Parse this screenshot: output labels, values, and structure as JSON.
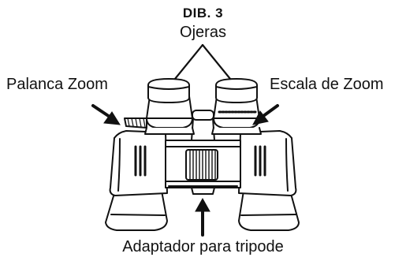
{
  "figure": {
    "title": "DIB. 3",
    "labels": {
      "eyecups": "Ojeras",
      "zoom_lever": "Palanca Zoom",
      "zoom_scale": "Escala de Zoom",
      "tripod_adapter": "Adaptador para tripode"
    }
  },
  "colors": {
    "ink": "#111111",
    "background": "#ffffff"
  },
  "icons": [
    "arrow-icon",
    "binoculars-illustration"
  ]
}
